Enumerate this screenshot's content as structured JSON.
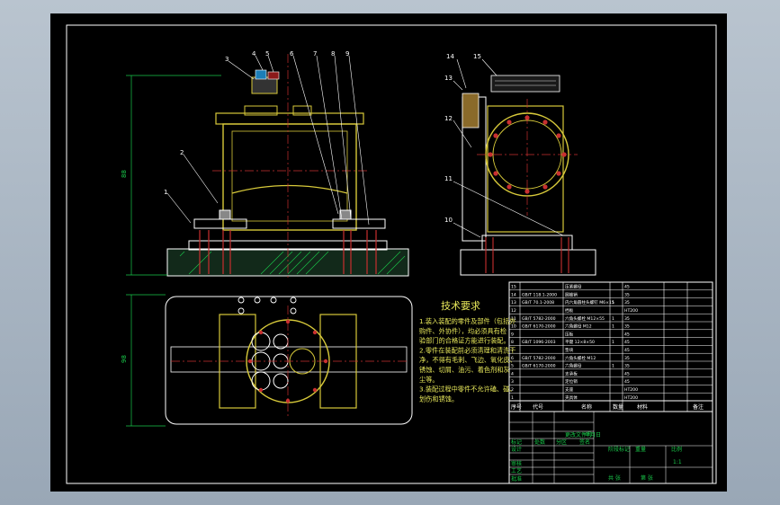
{
  "callouts": [
    "1",
    "2",
    "3",
    "4",
    "5",
    "6",
    "7",
    "8",
    "9",
    "10",
    "11",
    "12",
    "13",
    "14",
    "15"
  ],
  "dimension_labels": {
    "height": "88",
    "width": "98"
  },
  "tech": {
    "title": "技术要求",
    "lines": [
      "1.装入装配的零件及部件（包括外",
      "购件、外协件），均必须具有检",
      "验部门的合格证方能进行装配。",
      "2.零件在装配前必须清理和清洗干",
      "净，不得有毛刺、飞边、氧化皮、",
      "锈蚀、切屑、油污、着色剂和灰",
      "尘等。",
      "3.装配过程中零件不允许磕、碰、",
      "划伤和锈蚀。"
    ]
  },
  "bom": {
    "rows": [
      [
        "15",
        "",
        "压紧螺母",
        "",
        "45",
        ""
      ],
      [
        "14",
        "GB/T 118.1-2000",
        "圆锥销",
        "",
        "35",
        ""
      ],
      [
        "13",
        "GB/T 70.1-2008",
        "内六角圆柱头螺钉 M6×15",
        "1",
        "35",
        ""
      ],
      [
        "12",
        "",
        "挡板",
        "",
        "HT200",
        ""
      ],
      [
        "11",
        "GB/T 5782-2000",
        "六角头螺栓 M12×55",
        "1",
        "35",
        ""
      ],
      [
        "10",
        "GB/T 6170-2000",
        "六角螺母 M12",
        "1",
        "35",
        ""
      ],
      [
        "9",
        "",
        "压板",
        "",
        "45",
        ""
      ],
      [
        "8",
        "GB/T 1096-2003",
        "平键 12×8×50",
        "1",
        "45",
        ""
      ],
      [
        "7",
        "",
        "垫块",
        "",
        "45",
        ""
      ],
      [
        "6",
        "GB/T 5782-2000",
        "六角头螺栓 M12",
        "",
        "35",
        ""
      ],
      [
        "5",
        "GB/T 6170-2000",
        "六角螺母",
        "1",
        "35",
        ""
      ],
      [
        "4",
        "",
        "支承板",
        "",
        "45",
        ""
      ],
      [
        "3",
        "",
        "定位销",
        "",
        "45",
        ""
      ],
      [
        "2",
        "",
        "支座",
        "",
        "HT200",
        ""
      ],
      [
        "1",
        "",
        "夹具体",
        "",
        "HT200",
        ""
      ]
    ],
    "headers": [
      "序号",
      "代号",
      "名称",
      "数量",
      "材料",
      "备注"
    ]
  },
  "titleblock": {
    "labels": [
      "设计",
      "审核",
      "工艺",
      "批准",
      "标记",
      "处数",
      "分区",
      "更改文件号",
      "签名",
      "年月日",
      "阶段标记",
      "重量",
      "比例",
      "共 张",
      "第 张",
      "1:1"
    ]
  }
}
